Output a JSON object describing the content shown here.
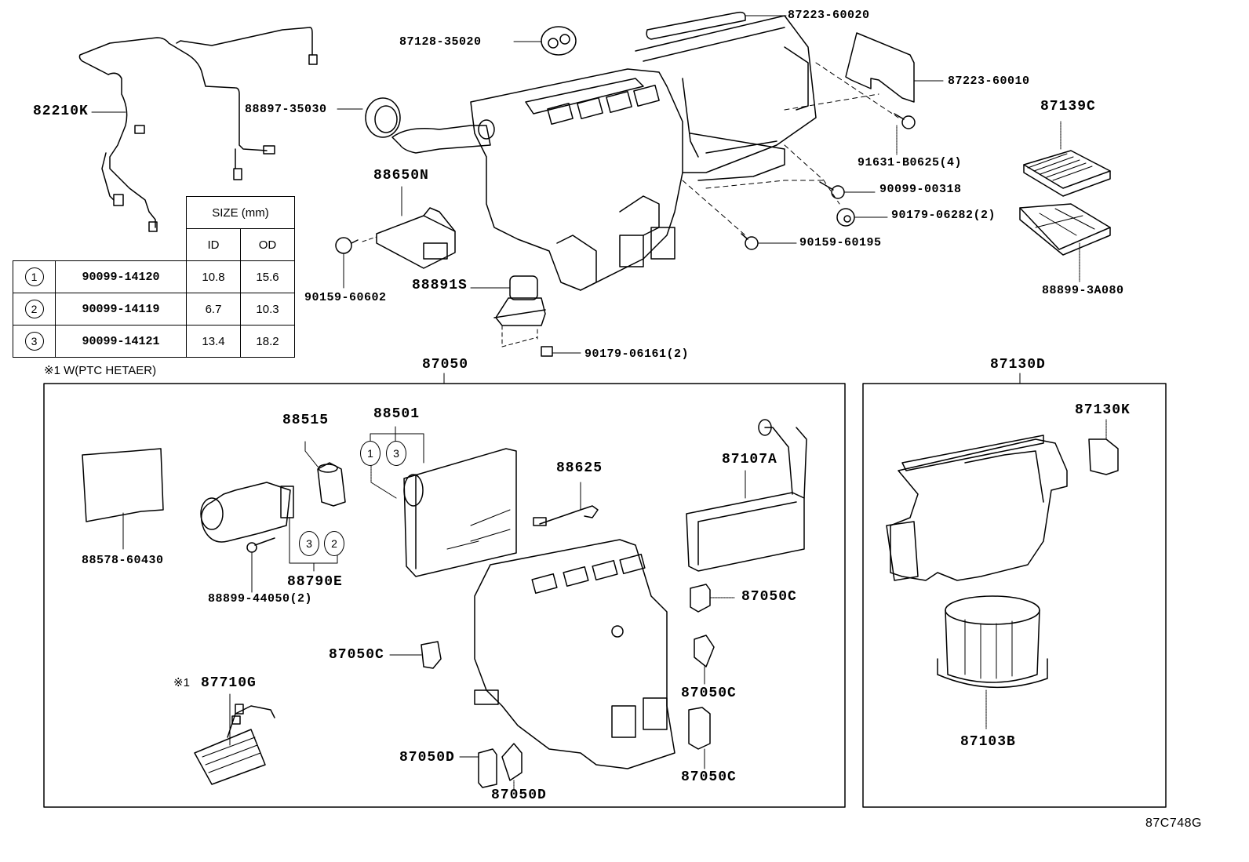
{
  "diagram": {
    "reference_code": "87C748G",
    "note": "※1 W(PTC HETAER)",
    "top_labels": {
      "harness": "82210K",
      "pad_88897": "88897-35030",
      "grommet": "87128-35020",
      "seal_top": "87223-60020",
      "seal_side": "87223-60010",
      "screw_91631": "91631-B0625(4)",
      "bolt_90099": "90099-00318",
      "nut_90179_a": "90179-06282(2)",
      "bolt_90159_a": "90159-60195",
      "filter": "87139C",
      "filter_case": "88899-3A080",
      "amplifier": "88650N",
      "bolt_90159_b": "90159-60602",
      "servo": "88891S",
      "nut_90179_b": "90179-06161(2)"
    },
    "size_table": {
      "header": "SIZE (mm)",
      "col_id": "ID",
      "col_od": "OD",
      "rows": [
        {
          "mark": "1",
          "part": "90099-14120",
          "id": "10.8",
          "od": "15.6"
        },
        {
          "mark": "2",
          "part": "90099-14119",
          "id": "6.7",
          "od": "10.3"
        },
        {
          "mark": "3",
          "part": "90099-14121",
          "id": "13.4",
          "od": "18.2"
        }
      ]
    },
    "assembly_87050": {
      "title": "87050",
      "labels": {
        "pad": "88578-60430",
        "valve": "88515",
        "evaporator": "88501",
        "tube": "88790E",
        "bolt": "88899-44050(2)",
        "thermistor": "88625",
        "heater_core": "87107A",
        "damper_c1": "87050C",
        "damper_c2": "87050C",
        "damper_c3": "87050C",
        "damper_c4": "87050C",
        "damper_d1": "87050D",
        "damper_d2": "87050D",
        "ptc_heater_mark": "※1",
        "ptc_heater": "87710G"
      },
      "circle_marks": {
        "a": "1",
        "b": "3",
        "c": "3",
        "d": "2"
      }
    },
    "assembly_87130D": {
      "title": "87130D",
      "labels": {
        "servo": "87130K",
        "blower_motor": "87103B"
      }
    }
  }
}
